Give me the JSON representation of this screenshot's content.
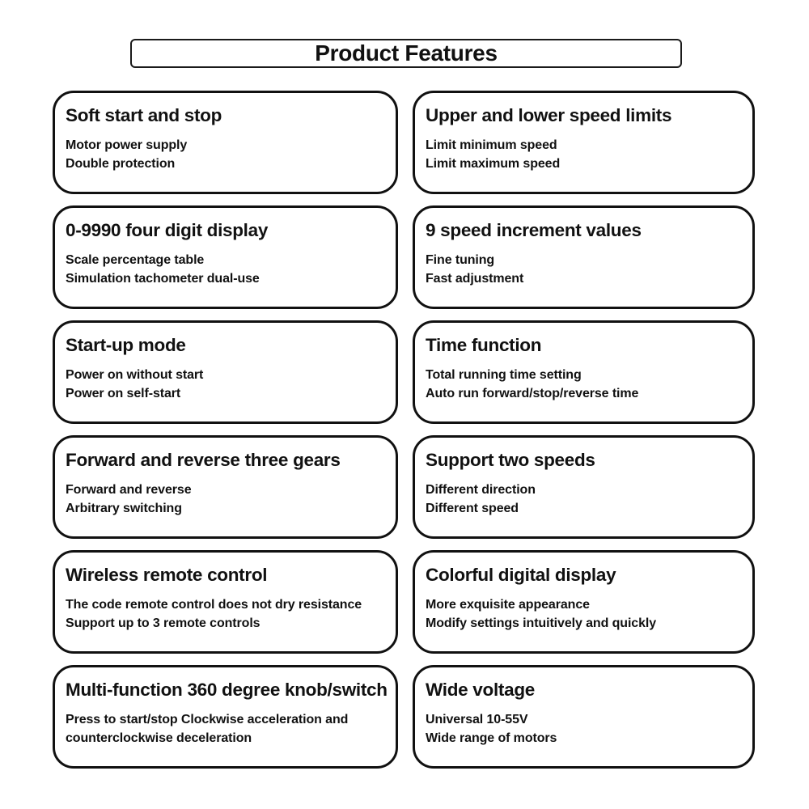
{
  "page": {
    "title": "Product Features"
  },
  "colors": {
    "border": "#111111",
    "text": "#111111",
    "background": "#ffffff"
  },
  "cards": [
    {
      "title": "Soft start and stop",
      "lines": [
        "Motor power supply",
        "Double protection"
      ]
    },
    {
      "title": "Upper and lower speed limits",
      "lines": [
        "Limit minimum speed",
        "Limit maximum speed"
      ]
    },
    {
      "title": "0-9990 four digit display",
      "lines": [
        "Scale percentage table",
        "Simulation tachometer dual-use"
      ]
    },
    {
      "title": "9 speed increment values",
      "lines": [
        "Fine tuning",
        "Fast adjustment"
      ]
    },
    {
      "title": "Start-up mode",
      "lines": [
        "Power on without start",
        "Power on self-start"
      ]
    },
    {
      "title": "Time function",
      "lines": [
        "Total running time setting",
        "Auto run forward/stop/reverse time"
      ]
    },
    {
      "title": "Forward and reverse three gears",
      "lines": [
        "Forward and reverse",
        "Arbitrary switching"
      ]
    },
    {
      "title": "Support two speeds",
      "lines": [
        "Different direction",
        "Different speed"
      ]
    },
    {
      "title": "Wireless remote control",
      "lines": [
        "The code remote control does not dry resistance",
        "Support up to 3 remote controls"
      ]
    },
    {
      "title": "Colorful digital display",
      "lines": [
        "More exquisite appearance",
        "Modify settings intuitively and quickly"
      ]
    },
    {
      "title": "Multi-function 360 degree knob/switch",
      "lines": [
        "Press to start/stop Clockwise acceleration and",
        "counterclockwise deceleration"
      ]
    },
    {
      "title": "Wide voltage",
      "lines": [
        "Universal 10-55V",
        "Wide range of motors"
      ]
    }
  ]
}
